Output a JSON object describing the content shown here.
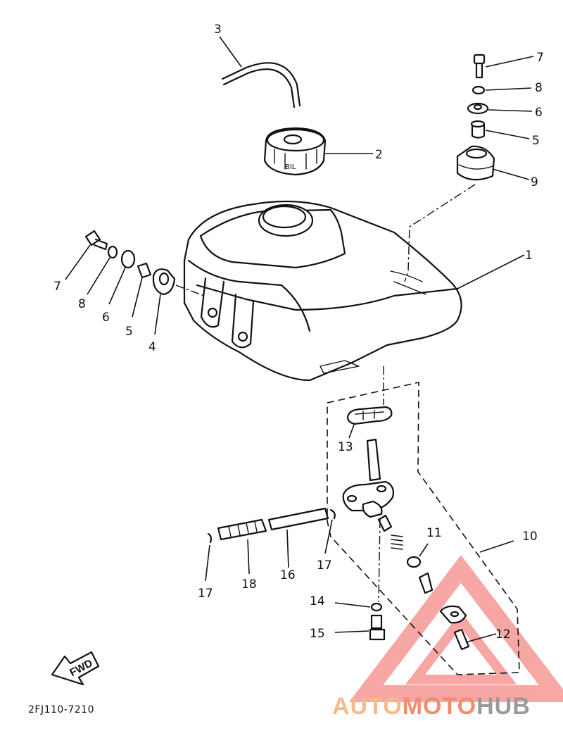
{
  "diagram": {
    "reference_code": "2FJ110-7210",
    "direction_label": "FWD",
    "callouts": {
      "c1": "1",
      "c2": "2",
      "c3": "3",
      "c4": "4",
      "c5l": "5",
      "c5r": "5",
      "c6l": "6",
      "c6r": "6",
      "c7l": "7",
      "c7r": "7",
      "c8l": "8",
      "c8r": "8",
      "c9": "9",
      "c10": "10",
      "c11": "11",
      "c12": "12",
      "c13": "13",
      "c14": "14",
      "c15": "15",
      "c16": "16",
      "c17a": "17",
      "c17b": "17",
      "c18": "18"
    }
  },
  "watermark": {
    "part1": "AUTO",
    "part2": "MOTO",
    "part3": "HUB",
    "color_light": "#f6b98a",
    "color_mid": "#f28c6e",
    "color_dark": "#9a9a9a"
  }
}
